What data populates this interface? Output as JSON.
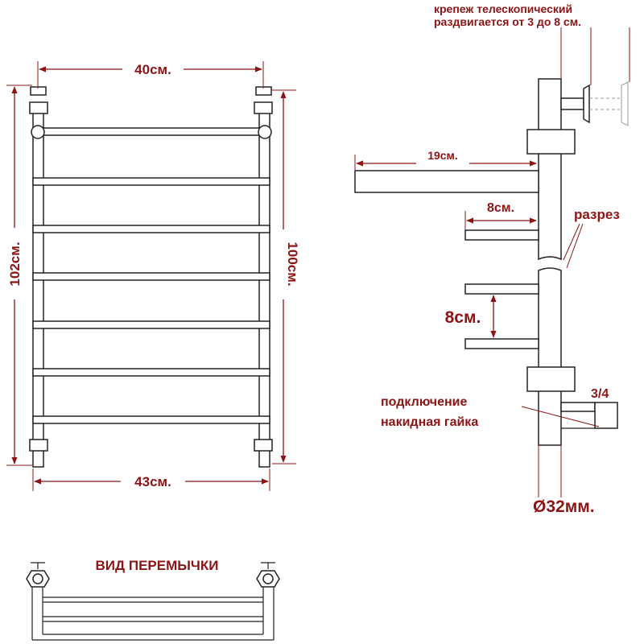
{
  "labels": {
    "width_top": "40см.",
    "width_bottom": "43см.",
    "height_left": "102см.",
    "height_right": "100см.",
    "mount_line1": "крепеж телескопический",
    "mount_line2": "раздвигается от 3 до 8 см.",
    "depth_top": "19см.",
    "bar_depth": "8см.",
    "section": "разрез",
    "spacing": "8см.",
    "thread": "3/4",
    "connection_line1": "подключение",
    "connection_line2": "накидная гайка",
    "diameter": "Ø32мм.",
    "jumper_view": "ВИД ПЕРЕМЫЧКИ"
  },
  "colors": {
    "label": "#8b1414",
    "outline": "#222222"
  }
}
